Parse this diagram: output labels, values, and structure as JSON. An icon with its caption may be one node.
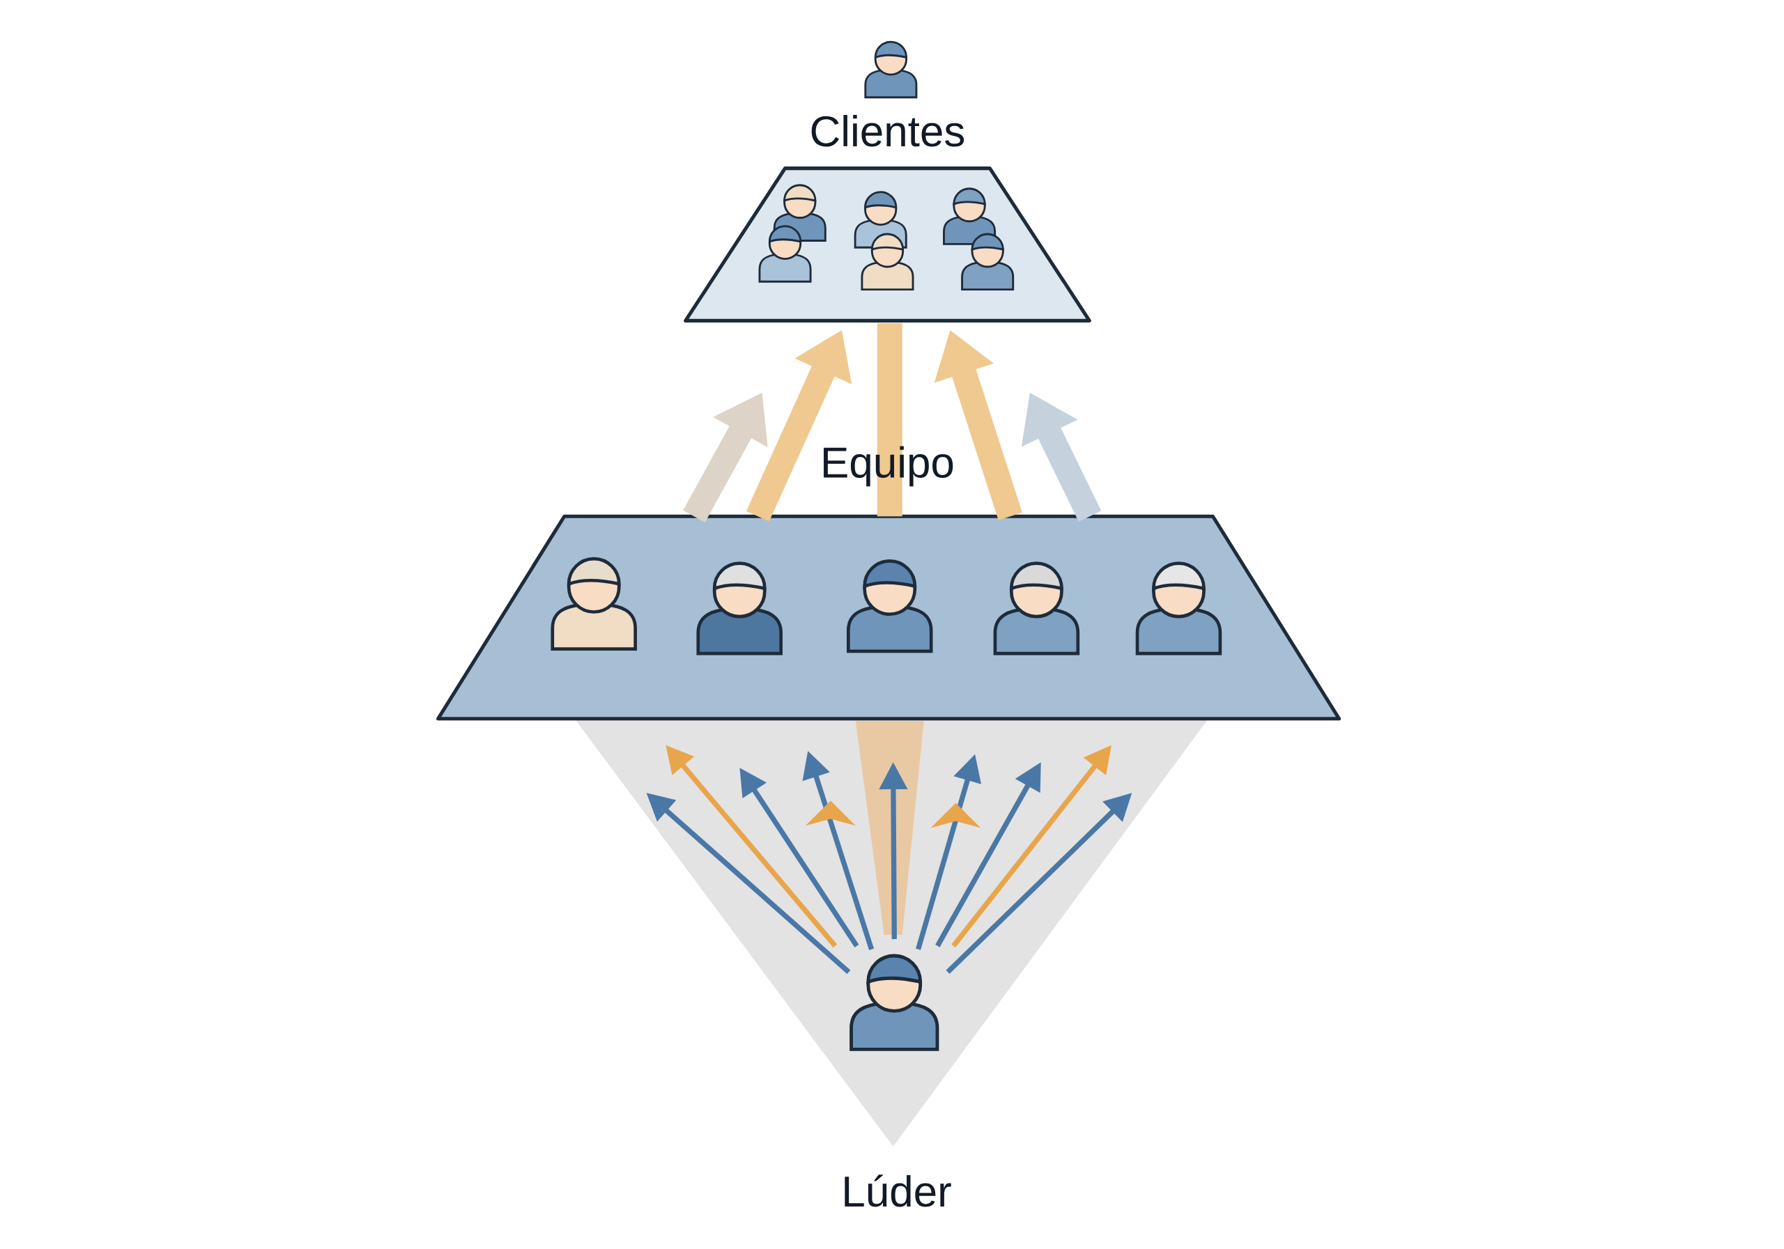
{
  "diagram": {
    "nodes": [
      {
        "text": [
          "Clientes"
        ]
      },
      {
        "text": [
          "Equipo"
        ]
      },
      {
        "text": [
          "Lúder"
        ]
      }
    ],
    "edges": [
      {
        "from": 2,
        "to": 1,
        "arrow": "to"
      },
      {
        "from": 2,
        "to": 1,
        "arrow": "to",
        "color": "#e9a54b"
      },
      {
        "from": 2,
        "to": 1,
        "arrow": "to"
      },
      {
        "from": 2,
        "to": 1,
        "arrow": "to"
      },
      {
        "from": 2,
        "to": 1,
        "arrow": "to"
      },
      {
        "from": 2,
        "to": 1,
        "arrow": "to"
      },
      {
        "from": 2,
        "to": 1,
        "arrow": "to"
      },
      {
        "from": 2,
        "to": 1,
        "arrow": "to",
        "color": "#e9a54b"
      },
      {
        "from": 2,
        "to": 1,
        "arrow": "to"
      },
      {
        "from": 1,
        "to": null,
        "arrow": "to",
        "style": "thick",
        "color": "#ddd3c6"
      },
      {
        "from": 1,
        "to": 0,
        "arrow": "to",
        "style": "thick",
        "color": "#efc98f"
      },
      {
        "from": 1,
        "to": 0,
        "arrow": "none",
        "style": "thick",
        "color": "#efc98f"
      },
      {
        "from": 1,
        "to": 0,
        "arrow": "to",
        "style": "thick",
        "color": "#efc98f"
      },
      {
        "from": 1,
        "to": null,
        "arrow": "to",
        "style": "thick",
        "color": "#c5d2de"
      }
    ]
  }
}
